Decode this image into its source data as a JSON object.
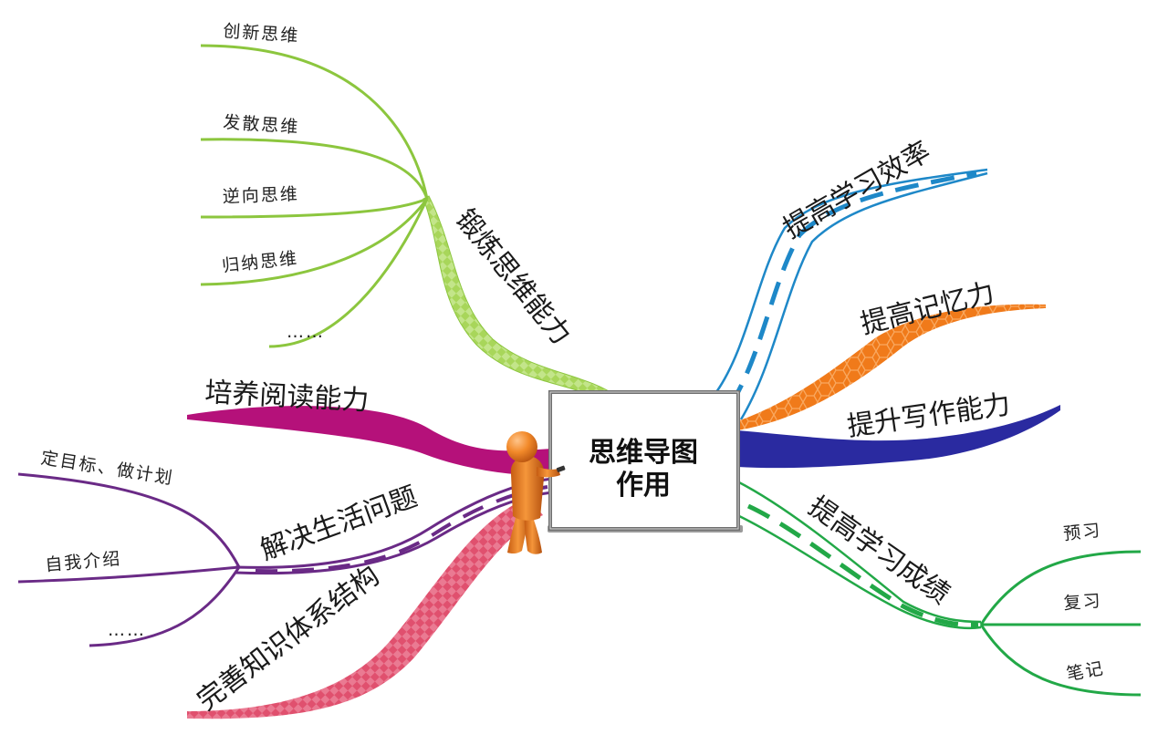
{
  "center": {
    "line1": "思维导图",
    "line2": "作用"
  },
  "branches": {
    "thinking": {
      "label": "锻炼思维能力",
      "color": "#8cc63e",
      "leaves": [
        "创新思维",
        "发散思维",
        "逆向思维",
        "归纳思维",
        "……"
      ]
    },
    "reading": {
      "label": "培养阅读能力",
      "color": "#b5117a"
    },
    "life": {
      "label": "解决生活问题",
      "color": "#6a2a86",
      "leaves": [
        "定目标、做计划",
        "自我介绍",
        "……"
      ]
    },
    "knowledge": {
      "label": "完善知识体系结构",
      "color": "#e0506e"
    },
    "efficiency": {
      "label": "提高学习效率",
      "color": "#1e88c8"
    },
    "memory": {
      "label": "提高记忆力",
      "color": "#f07a1a"
    },
    "writing": {
      "label": "提升写作能力",
      "color": "#2a2aa0"
    },
    "grades": {
      "label": "提高学习成绩",
      "color": "#22a847",
      "leaves": [
        "预习",
        "复习",
        "笔记"
      ]
    }
  },
  "icons": {
    "figure": "presenter-figure-icon",
    "board": "whiteboard-icon"
  }
}
